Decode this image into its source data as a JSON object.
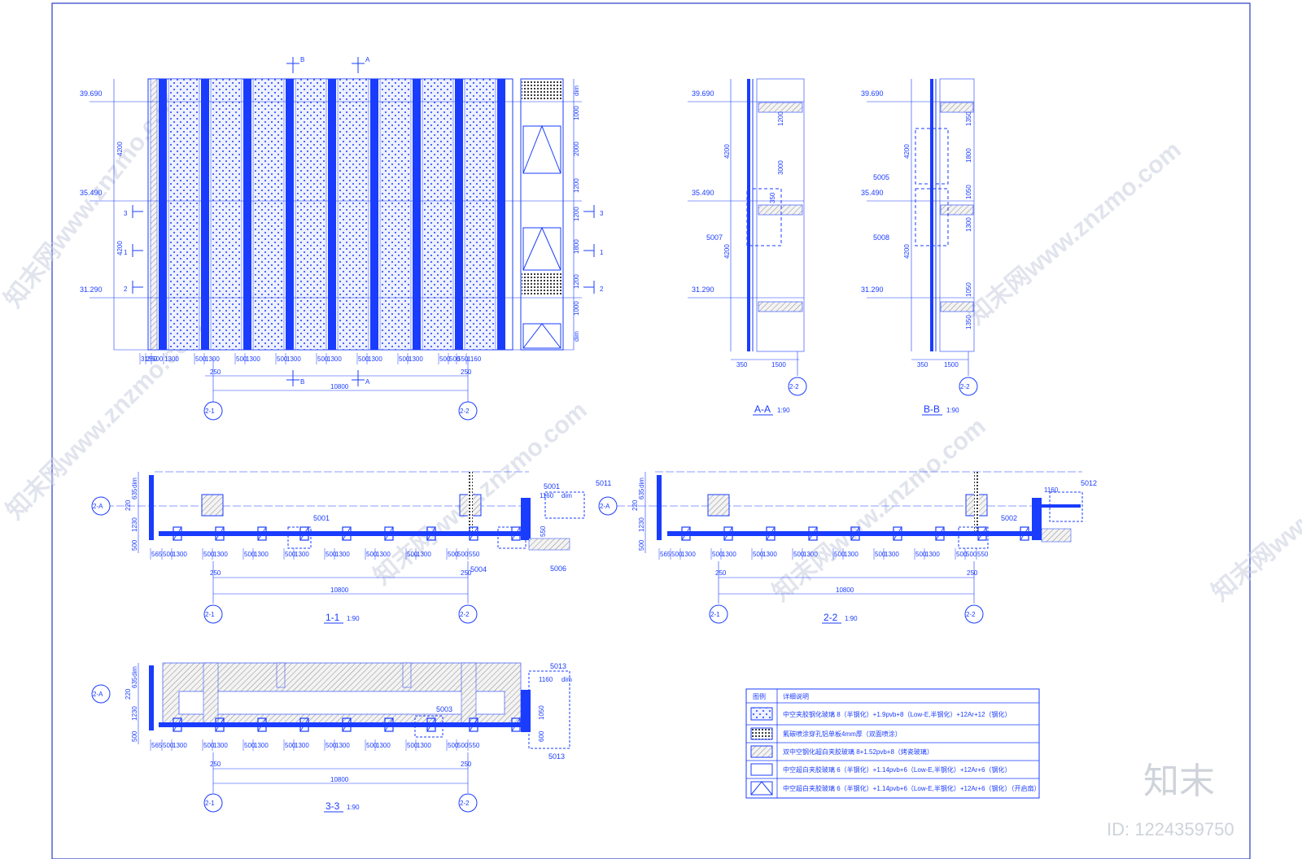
{
  "elevation": {
    "levels": [
      "39.690",
      "35.490",
      "31.290"
    ],
    "floor_heights": [
      "4200",
      "4200"
    ],
    "right_dims": [
      "1000",
      "2000",
      "1200",
      "1200",
      "1800",
      "1200",
      "1000"
    ],
    "bottom_dims": [
      "315",
      "250",
      "500",
      "1300",
      "500",
      "1300",
      "500",
      "1300",
      "500",
      "1300",
      "500",
      "1300",
      "500",
      "1300",
      "500",
      "1300",
      "500",
      "500",
      "550",
      "1160"
    ],
    "span": "10800",
    "offset": "250",
    "axis_1": "2-1",
    "axis_2": "2-2",
    "section_marks": [
      "B",
      "A",
      "3",
      "1",
      "2"
    ],
    "tags": [
      "dim",
      "dim"
    ]
  },
  "section_aa": {
    "title": "A-A",
    "scale": "1:90",
    "levels": [
      "39.690",
      "35.490",
      "31.290"
    ],
    "floor_heights": [
      "4200",
      "4200"
    ],
    "dims_right": [
      "1200",
      "3000",
      "350"
    ],
    "callout": "5007",
    "bottom_dims": [
      "350",
      "1500"
    ],
    "axis": "2-2"
  },
  "section_bb": {
    "title": "B-B",
    "scale": "1:90",
    "levels": [
      "39.690",
      "35.490",
      "31.290"
    ],
    "floor_heights": [
      "4200",
      "4200"
    ],
    "dims_right": [
      "1350",
      "1800",
      "1050",
      "1300",
      "1050",
      "1350"
    ],
    "callouts": [
      "5005",
      "5008"
    ],
    "bottom_dims": [
      "350",
      "1500"
    ],
    "axis": "2-2"
  },
  "plan_11": {
    "title": "1-1",
    "scale": "1:90",
    "callouts": [
      "5001",
      "5001",
      "5011",
      "5004",
      "5006"
    ],
    "left_dims": [
      "dim",
      "635",
      "220",
      "1230",
      "500"
    ],
    "bottom_dims": [
      "565",
      "500",
      "1300",
      "500",
      "1300",
      "500",
      "1300",
      "500",
      "1300",
      "500",
      "1300",
      "500",
      "1300",
      "500",
      "1300",
      "500",
      "500",
      "550"
    ],
    "top_dims": [
      "1160",
      "dim",
      "550"
    ],
    "span": "10800",
    "offset": "250",
    "axes": [
      "2-1",
      "2-2",
      "2-A"
    ]
  },
  "plan_22": {
    "title": "2-2",
    "scale": "1:90",
    "callouts": [
      "5002",
      "5012"
    ],
    "left_dims": [
      "dim",
      "635",
      "220",
      "1230",
      "500"
    ],
    "bottom_dims": [
      "565",
      "500",
      "1300",
      "500",
      "1300",
      "500",
      "1300",
      "500",
      "1300",
      "500",
      "1300",
      "500",
      "1300",
      "500",
      "1300",
      "500",
      "500",
      "550"
    ],
    "top_dims": [
      "1160"
    ],
    "span": "10800",
    "offset": "250",
    "axes": [
      "2-1",
      "2-2",
      "2-A"
    ]
  },
  "plan_33": {
    "title": "3-3",
    "scale": "1:90",
    "callouts": [
      "5003",
      "5013",
      "5013"
    ],
    "left_dims": [
      "dim",
      "635",
      "220",
      "1230",
      "500"
    ],
    "bottom_dims": [
      "565",
      "500",
      "1300",
      "500",
      "1300",
      "500",
      "1300",
      "500",
      "1300",
      "500",
      "1300",
      "500",
      "1300",
      "500",
      "1300",
      "500",
      "500",
      "550"
    ],
    "top_dims": [
      "1160",
      "dim"
    ],
    "right_dims": [
      "1050",
      "600"
    ],
    "span": "10800",
    "offset": "250",
    "axes": [
      "2-1",
      "2-2",
      "2-A"
    ]
  },
  "legend": {
    "header_1": "图例",
    "header_2": "详细说明",
    "rows": [
      "中空夹胶钢化玻璃 8（半钢化）+1.9pvb+8（Low-E,半钢化）+12Ar+12（钢化）",
      "氟碳喷涂穿孔铝单板4mm厚（双面喷涂）",
      "双中空钢化超白夹胶玻璃 8+1.52pvb+8（烤瓷玻璃）",
      "中空超白夹胶玻璃 6（半钢化）+1.14pvb+6（Low-E,半钢化）+12Ar+6（钢化）",
      "中空超白夹胶玻璃 6（半钢化）+1.14pvb+6（Low-E,半钢化）+12Ar+6（钢化）（开启扇）"
    ]
  },
  "watermark": {
    "text": "知末网www.znzmo.com",
    "brand": "知末",
    "id": "ID: 1224359750"
  },
  "colors": {
    "line": "#1a3cff",
    "fill": "#1a3cff",
    "frame": "#2a3cc4",
    "watermark": "#c9cfe0"
  }
}
